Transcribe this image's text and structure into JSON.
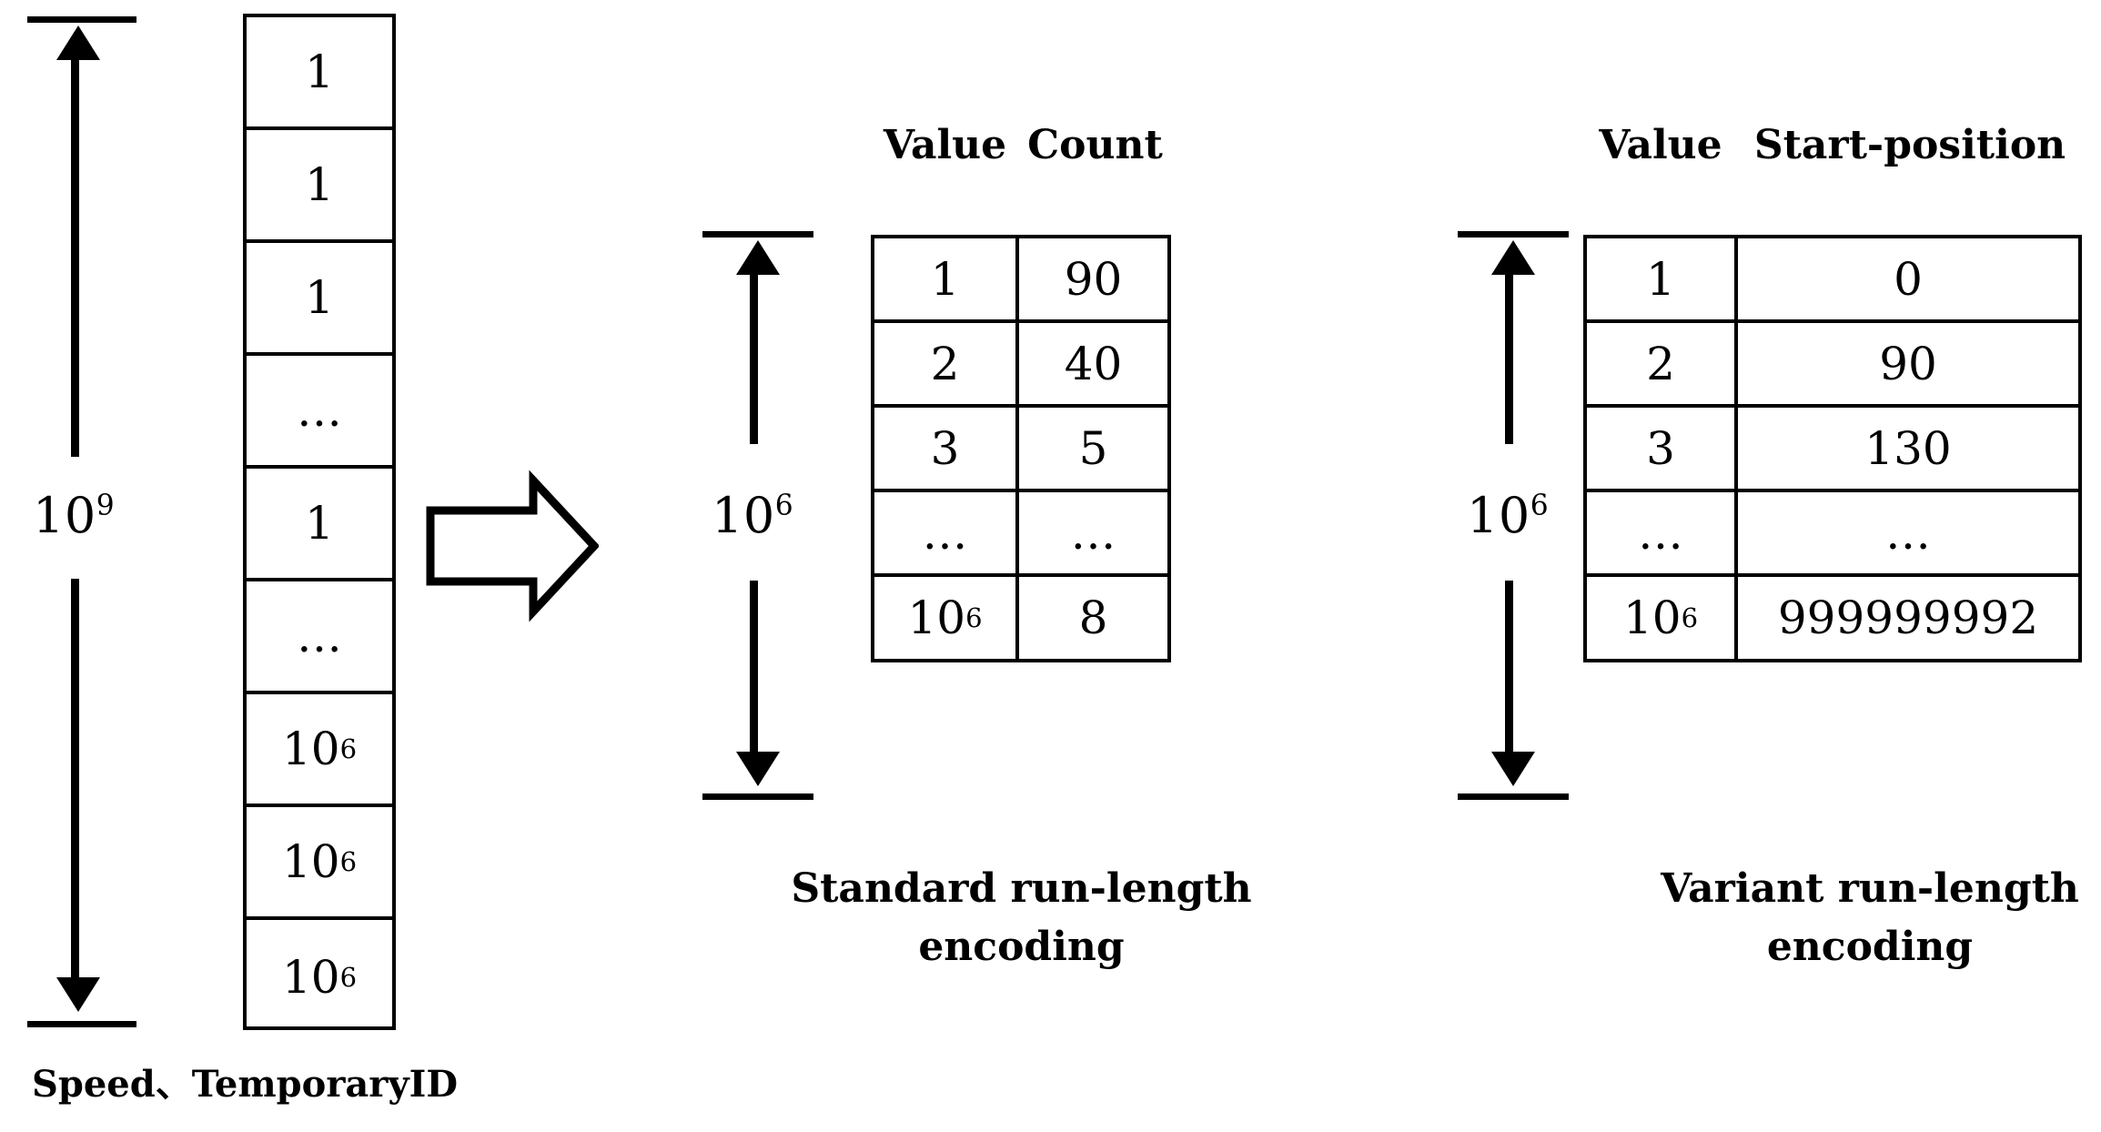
{
  "diagram": {
    "title_hidden": "",
    "left": {
      "measure": {
        "label_base": "10",
        "label_exp": "9",
        "label_full": "10^9"
      },
      "column": {
        "cells": [
          {
            "base": "1",
            "exp": ""
          },
          {
            "base": "1",
            "exp": ""
          },
          {
            "base": "1",
            "exp": ""
          },
          {
            "base": "…",
            "exp": ""
          },
          {
            "base": "1",
            "exp": ""
          },
          {
            "base": "…",
            "exp": ""
          },
          {
            "base": "10",
            "exp": "6"
          },
          {
            "base": "10",
            "exp": "6"
          },
          {
            "base": "10",
            "exp": "6"
          }
        ]
      },
      "axis_caption": "Speed、TemporaryID"
    },
    "transform_arrow": {
      "icon": "block-arrow-right-icon",
      "direction": "right"
    },
    "middle": {
      "measure": {
        "label_base": "10",
        "label_exp": "6",
        "label_full": "10^6"
      },
      "headers": [
        "Value",
        "Count"
      ],
      "rows": [
        {
          "value_base": "1",
          "value_exp": "",
          "second_base": "90",
          "second_exp": ""
        },
        {
          "value_base": "2",
          "value_exp": "",
          "second_base": "40",
          "second_exp": ""
        },
        {
          "value_base": "3",
          "value_exp": "",
          "second_base": "5",
          "second_exp": ""
        },
        {
          "value_base": "…",
          "value_exp": "",
          "second_base": "…",
          "second_exp": ""
        },
        {
          "value_base": "10",
          "value_exp": "6",
          "second_base": "8",
          "second_exp": ""
        }
      ],
      "caption_line1": "Standard run-length",
      "caption_line2": "encoding"
    },
    "right": {
      "measure": {
        "label_base": "10",
        "label_exp": "6",
        "label_full": "10^6"
      },
      "headers": [
        "Value",
        "Start-position"
      ],
      "rows": [
        {
          "value_base": "1",
          "value_exp": "",
          "second_base": "0",
          "second_exp": ""
        },
        {
          "value_base": "2",
          "value_exp": "",
          "second_base": "90",
          "second_exp": ""
        },
        {
          "value_base": "3",
          "value_exp": "",
          "second_base": "130",
          "second_exp": ""
        },
        {
          "value_base": "…",
          "value_exp": "",
          "second_base": "…",
          "second_exp": ""
        },
        {
          "value_base": "10",
          "value_exp": "6",
          "second_base": "999999992",
          "second_exp": ""
        }
      ],
      "caption_line1": "Variant run-length",
      "caption_line2": "encoding"
    },
    "colors": {
      "ink": "#000000",
      "paper": "#ffffff"
    }
  }
}
